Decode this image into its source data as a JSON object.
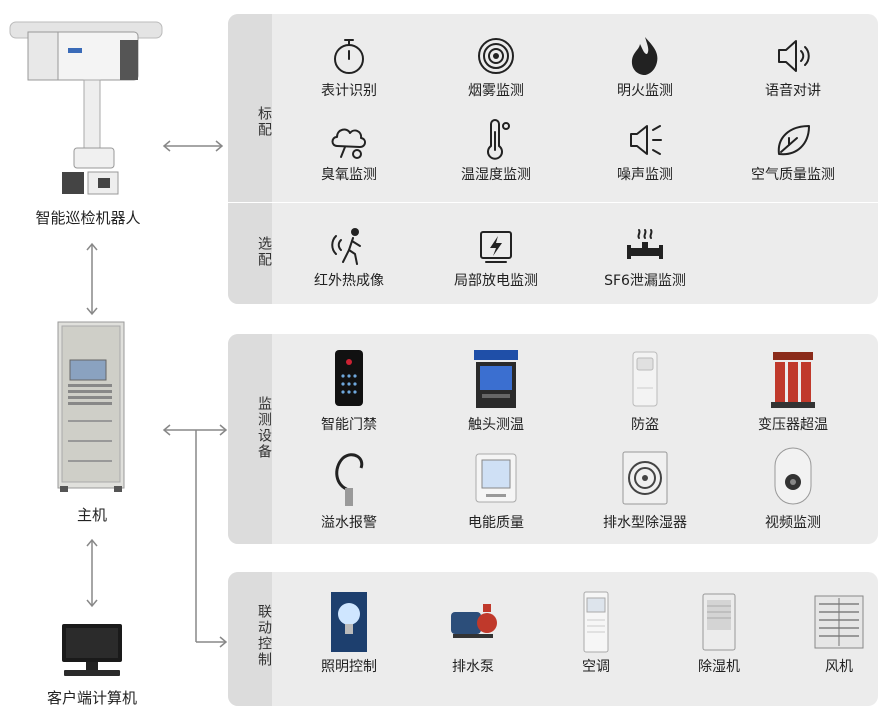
{
  "left": {
    "robot_label": "智能巡检机器人",
    "host_label": "主机",
    "client_label": "客户端计算机"
  },
  "sections": {
    "standard": {
      "label": "标配",
      "items": [
        "表计识别",
        "烟雾监测",
        "明火监测",
        "语音对讲",
        "臭氧监测",
        "温湿度监测",
        "噪声监测",
        "空气质量监测"
      ]
    },
    "optional": {
      "label": "选配",
      "items": [
        "红外热成像",
        "局部放电监测",
        "SF6泄漏监测"
      ]
    },
    "monitoring": {
      "label": "监测设备",
      "items": [
        "智能门禁",
        "触头测温",
        "防盗",
        "变压器超温",
        "溢水报警",
        "电能质量",
        "排水型除湿器",
        "视频监测"
      ]
    },
    "linkage": {
      "label": "联动控制",
      "items": [
        "照明控制",
        "排水泵",
        "空调",
        "除湿机",
        "风机"
      ]
    }
  },
  "icons": {
    "standard": [
      "stopwatch-icon",
      "smoke-detector-icon",
      "flame-icon",
      "speaker-icon",
      "ozone-cloud-icon",
      "thermometer-icon",
      "noise-speaker-icon",
      "air-leaf-icon"
    ],
    "optional": [
      "infrared-person-icon",
      "discharge-bolt-icon",
      "sf6-pipe-icon"
    ]
  },
  "colors": {
    "panel_bg": "#ececec",
    "side_bg": "#dcdcdc",
    "arrow": "#888888"
  }
}
